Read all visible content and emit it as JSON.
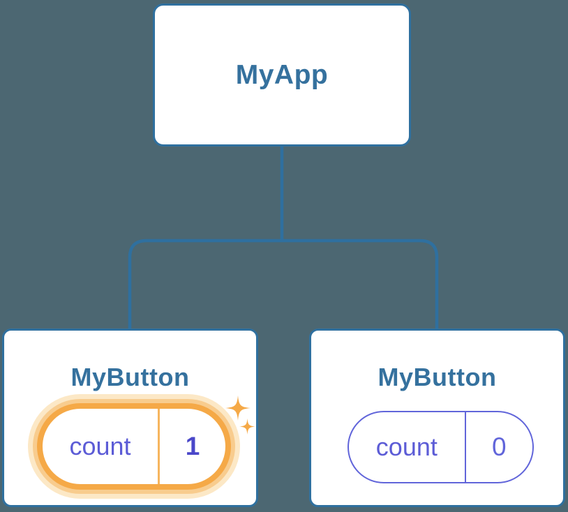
{
  "diagram": {
    "description": "React component tree showing isolated state",
    "background_color": "#4c6772",
    "connector_color": "#2f709f",
    "card_border_color": "#2f709f",
    "card_background": "#ffffff",
    "title_color": "#35719e",
    "state_key_color": "#5c5cd6",
    "idle_pill_color": "#6165da",
    "active_pill_color": "#f5a947",
    "active_glow_mid": "#f8cc8e",
    "active_glow_outer": "#fce8c6",
    "active_divider_color": "#f6b55e",
    "active_value_color": "#4a47c9",
    "root": {
      "label": "MyApp"
    },
    "children": [
      {
        "label": "MyButton",
        "state_key": "count",
        "state_value": "1",
        "highlighted": true,
        "icon": "sparkles-icon"
      },
      {
        "label": "MyButton",
        "state_key": "count",
        "state_value": "0",
        "highlighted": false
      }
    ]
  }
}
